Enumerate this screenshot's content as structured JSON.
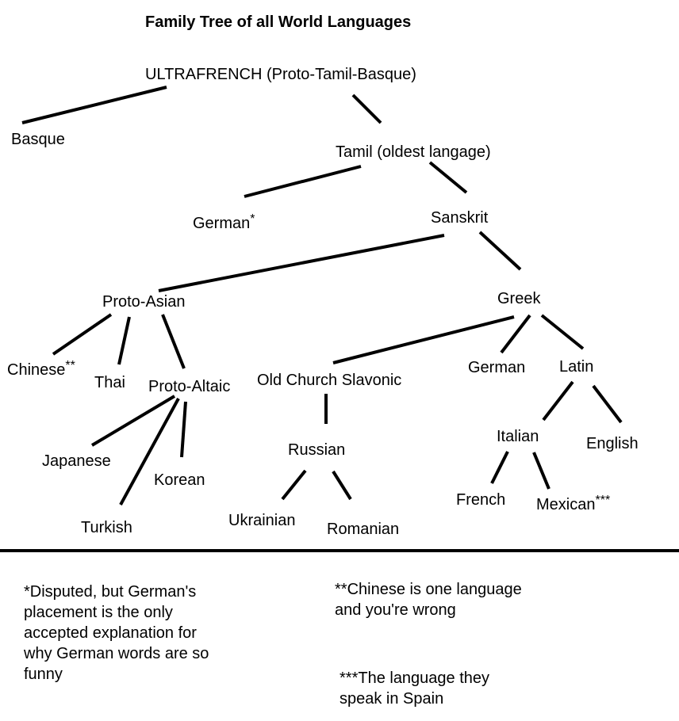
{
  "title": "Family Tree of all World Languages",
  "nodes": {
    "ultrafrench": "ULTRAFRENCH (Proto-Tamil-Basque)",
    "basque": "Basque",
    "tamil": "Tamil (oldest langage)",
    "german_disputed": "German",
    "german_disputed_mark": "*",
    "sanskrit": "Sanskrit",
    "proto_asian": "Proto-Asian",
    "greek": "Greek",
    "chinese": "Chinese",
    "chinese_mark": "**",
    "thai": "Thai",
    "proto_altaic": "Proto-Altaic",
    "old_church_slavonic": "Old Church Slavonic",
    "german": "German",
    "latin": "Latin",
    "italian": "Italian",
    "english": "English",
    "japanese": "Japanese",
    "korean": "Korean",
    "russian": "Russian",
    "turkish": "Turkish",
    "ukrainian": "Ukrainian",
    "romanian": "Romanian",
    "french": "French",
    "mexican": "Mexican",
    "mexican_mark": "***"
  },
  "footnotes": {
    "german": [
      "*Disputed, but German's",
      "placement is the only",
      "accepted explanation for",
      "why German words are so",
      "funny"
    ],
    "chinese": [
      "**Chinese is one language",
      "and you're wrong"
    ],
    "mexican": [
      "***The language they",
      "speak in Spain"
    ]
  }
}
